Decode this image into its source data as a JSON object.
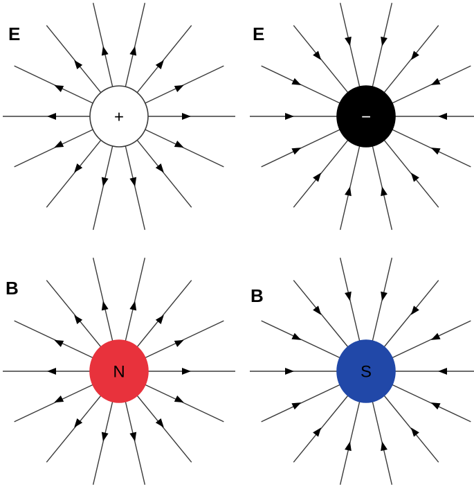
{
  "panels": [
    {
      "id": "positive-charge",
      "label": "E",
      "symbol": "+",
      "fill": "#ffffff",
      "stroke": "#3a3a3a",
      "symbol_color": "#000000",
      "direction": "out",
      "field_line_count": 14
    },
    {
      "id": "negative-charge",
      "label": "E",
      "symbol": "−",
      "fill": "#000000",
      "stroke": "#000000",
      "symbol_color": "#ffffff",
      "direction": "in",
      "field_line_count": 14
    },
    {
      "id": "north-pole",
      "label": "B",
      "symbol": "N",
      "fill": "#e8323c",
      "stroke": "#e8323c",
      "symbol_color": "#000000",
      "direction": "out",
      "field_line_count": 14
    },
    {
      "id": "south-pole",
      "label": "B",
      "symbol": "S",
      "fill": "#2148a8",
      "stroke": "#2148a8",
      "symbol_color": "#000000",
      "direction": "in",
      "field_line_count": 14
    }
  ],
  "colors": {
    "field_line": "#3a3a3a",
    "arrow": "#000000"
  }
}
